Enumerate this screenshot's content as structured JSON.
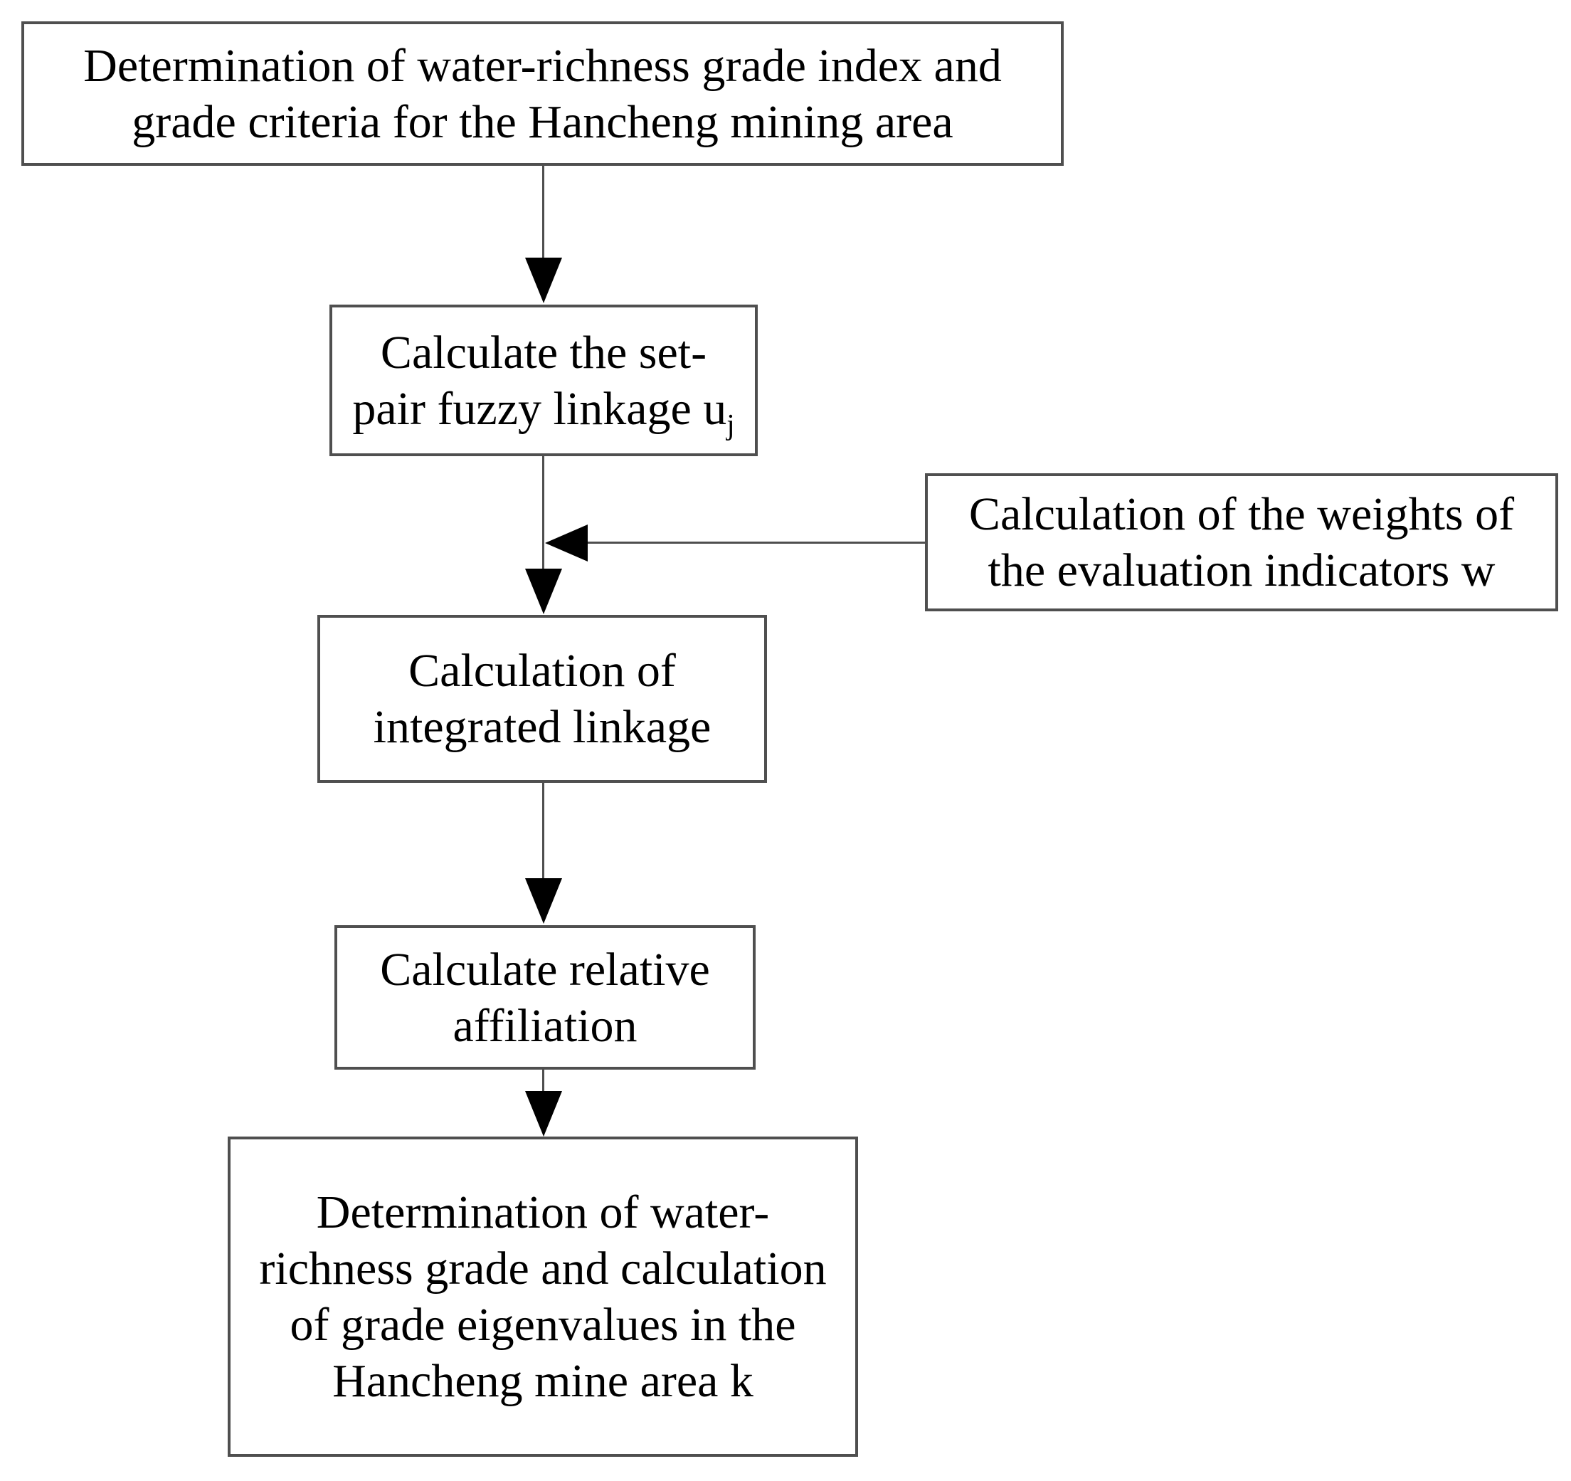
{
  "diagram": {
    "type": "flowchart",
    "background": "#ffffff",
    "colors": {
      "box_border": "#4f4f4f",
      "connector": "#4f4f4f",
      "arrowhead": "#000000",
      "text": "#000000"
    },
    "boxes": {
      "box1": {
        "line1": "Determination of water-richness grade index and",
        "line2": "grade criteria for the Hancheng mining area"
      },
      "box2": {
        "line1": "Calculate the set-",
        "line2": "pair fuzzy linkage u",
        "line2_sub": "j"
      },
      "boxw": {
        "line1": "Calculation of the weights of",
        "line2": "the evaluation indicators w"
      },
      "box3": {
        "line1": "Calculation of",
        "line2": "integrated linkage"
      },
      "box4": {
        "line1": "Calculate relative",
        "line2": "affiliation"
      },
      "box5": {
        "line1": "Determination of water-",
        "line2": "richness grade and calculation",
        "line3": "of grade eigenvalues in the",
        "line4": "Hancheng mine area k"
      }
    }
  }
}
